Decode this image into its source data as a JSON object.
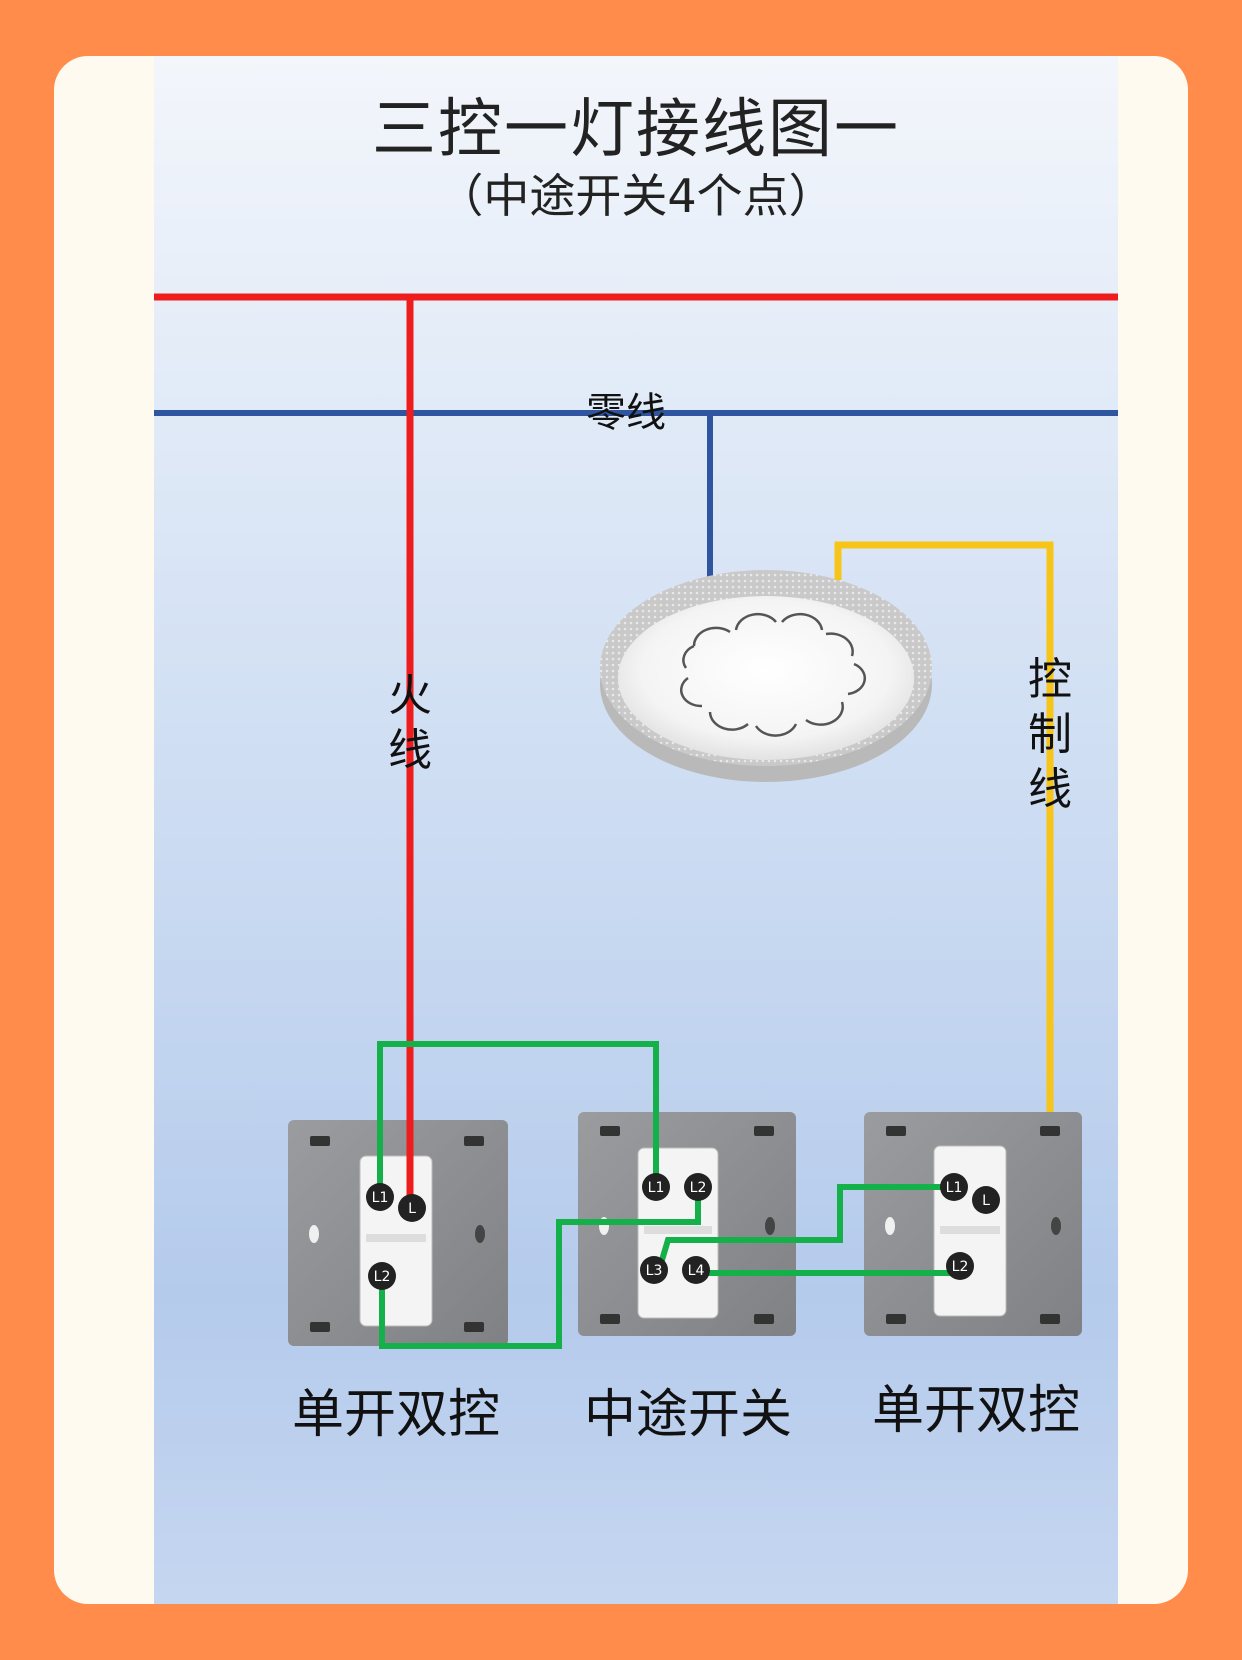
{
  "title": "三控一灯接线图一",
  "subtitle": "（中途开关4个点）",
  "wire_labels": {
    "neutral": "零线",
    "live_1": "火",
    "live_2": "线",
    "control_1": "控",
    "control_2": "制",
    "control_3": "线"
  },
  "switches": [
    {
      "label": "单开双控",
      "terminals": [
        "L1",
        "L",
        "L2"
      ]
    },
    {
      "label": "中途开关",
      "terminals": [
        "L1",
        "L2",
        "L3",
        "L4"
      ]
    },
    {
      "label": "单开双控",
      "terminals": [
        "L1",
        "L",
        "L2"
      ]
    }
  ],
  "colors": {
    "live": "#ee1c1c",
    "neutral": "#2f55a0",
    "control": "#f7c51a",
    "traveler": "#14b04a",
    "background": "#ff8c4b"
  }
}
